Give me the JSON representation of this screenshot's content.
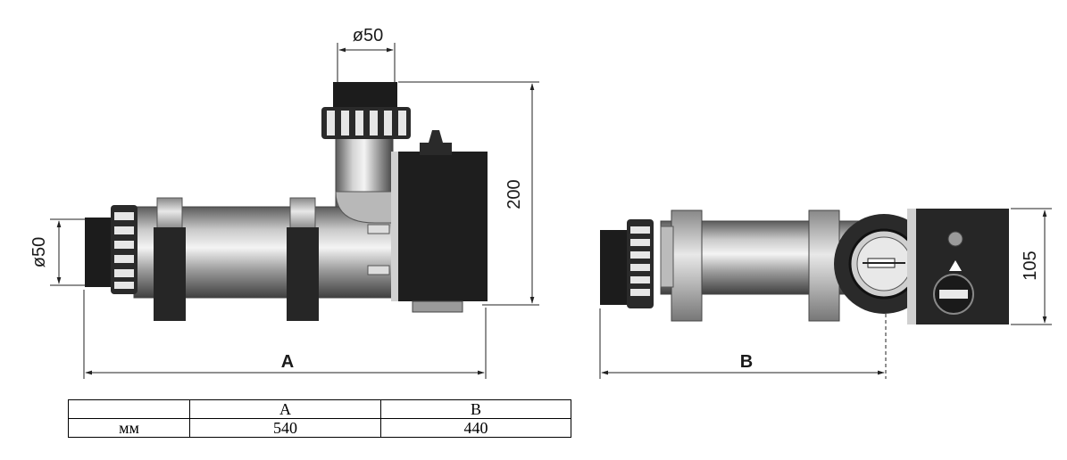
{
  "left_view": {
    "top_diameter": "ø50",
    "height": "200",
    "side_diameter": "ø50",
    "length_letter": "A"
  },
  "right_view": {
    "width": "105",
    "length_letter": "B"
  },
  "table": {
    "headers": [
      "",
      "A",
      "B"
    ],
    "rows": [
      [
        "мм",
        "540",
        "440"
      ]
    ]
  }
}
